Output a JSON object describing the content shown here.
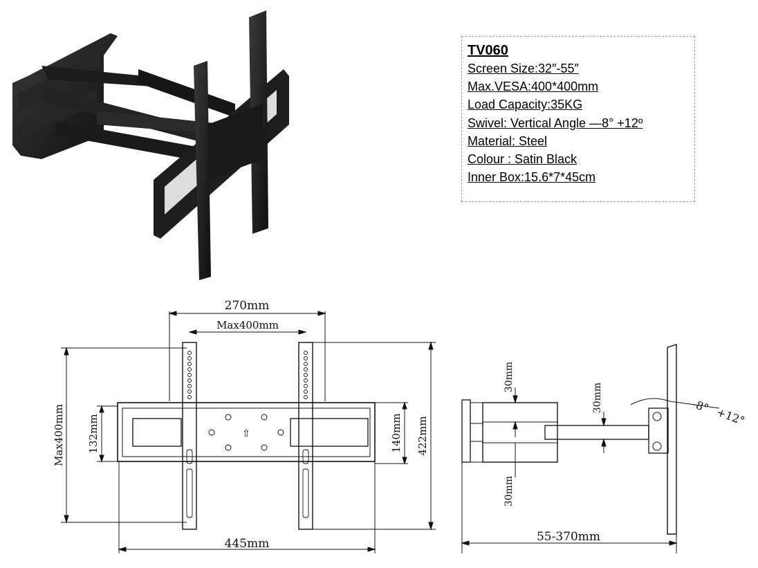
{
  "product": {
    "model": "TV060",
    "specs": [
      "Screen Size:32″-55″",
      "Max.VESA:400*400mm",
      "Load Capacity:35KG",
      "Swivel: Vertical Angle —8°  +12º",
      "Material: Steel",
      "Colour : Satin Black",
      "Inner Box:15.6*7*45cm"
    ]
  },
  "front_view": {
    "width_top": "270mm",
    "vesa_max": "Max400mm",
    "height_left": "Max400mm",
    "arm_height": "132mm",
    "plate_height": "140mm",
    "total_height": "422mm",
    "total_width": "445mm"
  },
  "side_view": {
    "offset_top": "30mm",
    "offset_bottom": "30mm",
    "arm_offset": "30mm",
    "tilt_down": "-8°",
    "tilt_up": "+12°",
    "extension": "55-370mm"
  }
}
